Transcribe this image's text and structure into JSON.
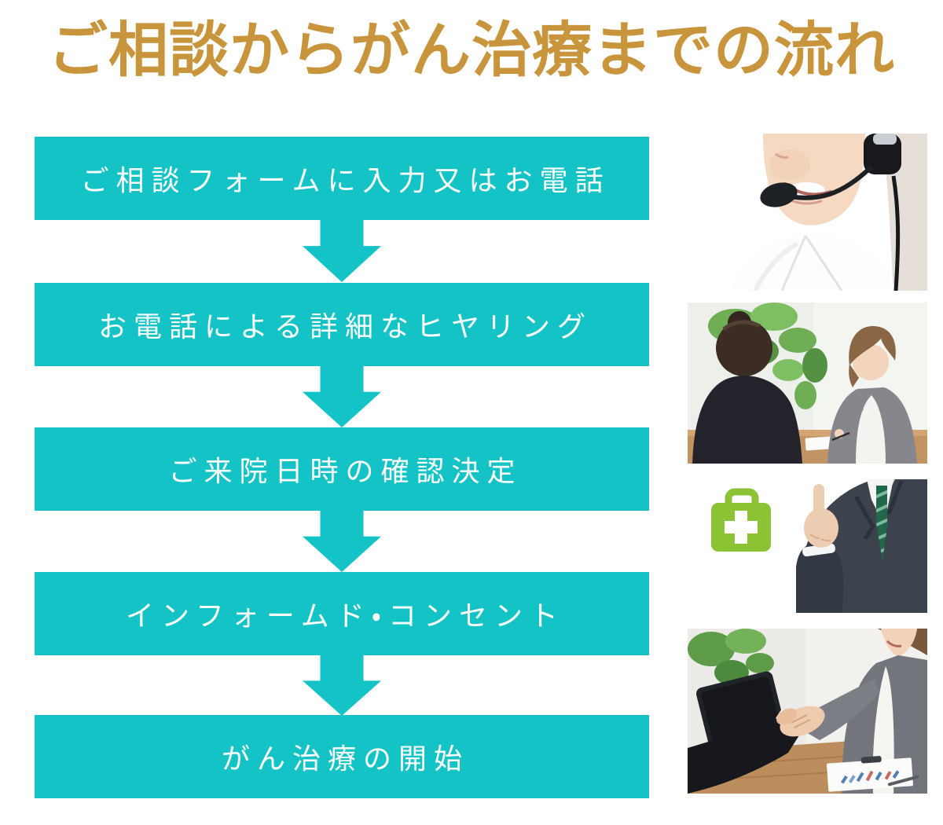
{
  "page": {
    "title": "ご相談からがん治療までの流れ",
    "background": "#ffffff"
  },
  "flow": {
    "steps": [
      {
        "label": "ご相談フォームに入力又はお電話"
      },
      {
        "label": "お電話による詳細なヒヤリング"
      },
      {
        "label": "ご来院日時の確認決定"
      },
      {
        "label": "インフォームド・コンセント"
      },
      {
        "label": "がん治療の開始"
      }
    ]
  },
  "icons": {
    "down_arrow": {
      "name": "down-arrow-icon",
      "color": "#14c3c5"
    },
    "first_aid_kit": {
      "name": "first-aid-kit-icon",
      "color": "#8cc335"
    }
  },
  "photos": [
    {
      "alt": "smiling call-center operator woman wearing a headset"
    },
    {
      "alt": "two businesswomen in a consultation meeting at a table with a green plant"
    },
    {
      "alt": "green first-aid kit icon beside a businessman in a suit raising his index finger"
    },
    {
      "alt": "businesswoman shaking hands with a client across a wooden desk with laptop and documents"
    }
  ],
  "colors": {
    "box_teal": "#14c3c5",
    "title_gold": "#c8953c",
    "step_text": "#ffffff",
    "medical_kit_green": "#8cc335"
  }
}
